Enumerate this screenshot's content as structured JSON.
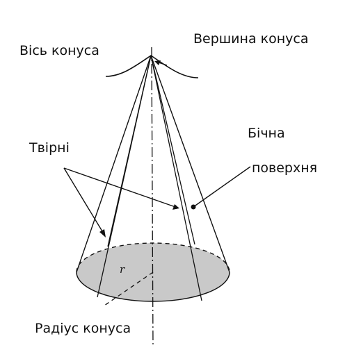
{
  "labels": {
    "axis": "Вісь конуса",
    "apex": "Вершина конуса",
    "generatrices": "Твірні",
    "lateral_line1": "Бічна",
    "lateral_line2": "поверхня",
    "radius": "Радіус конуса",
    "radius_symbol": "r"
  },
  "colors": {
    "base_fill": "#c9c9c9",
    "stroke": "#111111"
  }
}
